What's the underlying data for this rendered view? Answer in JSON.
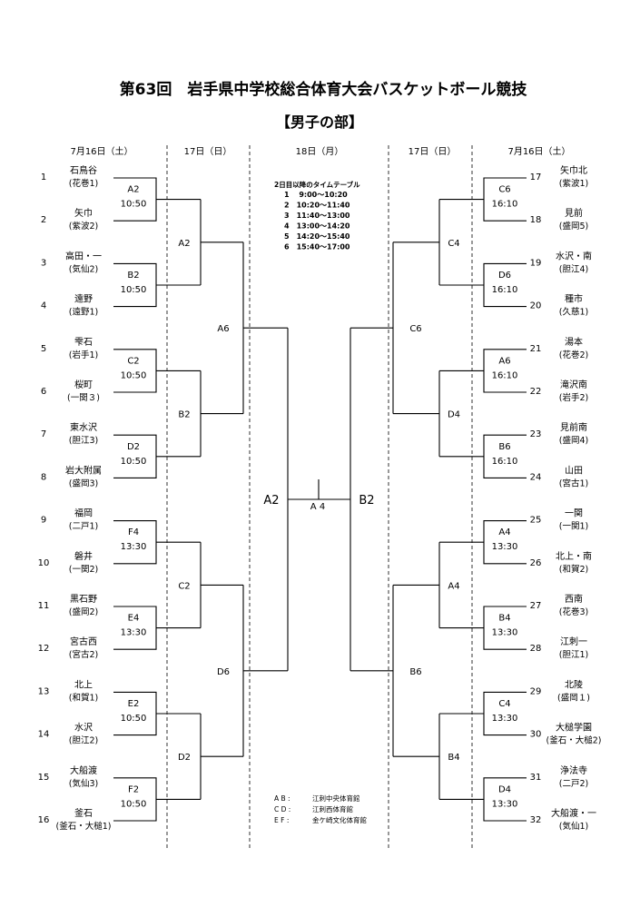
{
  "title": "第63回　岩手県中学校総合体育大会バスケットボール競技",
  "subtitle": "【男子の部】",
  "day_headers": {
    "left_r1": "7月16日（土）",
    "left_r2": "17日（日）",
    "center": "18日（月）",
    "right_r2": "17日（日）",
    "right_r1": "7月16日（土）"
  },
  "timetable": {
    "title": "2日目以降のタイムテーブル",
    "rows": [
      "1　 9:00～10:20",
      "2　10:20～11:40",
      "3　11:40～13:00",
      "4　13:00～14:20",
      "5　14:20～15:40",
      "6　15:40～17:00"
    ]
  },
  "venues": [
    {
      "code": "A B :",
      "name": "江刺中央体育館"
    },
    {
      "code": "C D :",
      "name": "江刺西体育館"
    },
    {
      "code": "E F :",
      "name": "金ケ崎文化体育館"
    }
  ],
  "teams_left": [
    {
      "no": "1",
      "name": "石鳥谷",
      "area": "(花巻1)"
    },
    {
      "no": "2",
      "name": "矢巾",
      "area": "(紫波2)"
    },
    {
      "no": "3",
      "name": "高田・一",
      "area": "(気仙2)"
    },
    {
      "no": "4",
      "name": "遠野",
      "area": "(遠野1)"
    },
    {
      "no": "5",
      "name": "雫石",
      "area": "(岩手1)"
    },
    {
      "no": "6",
      "name": "桜町",
      "area": "(一関３)"
    },
    {
      "no": "7",
      "name": "東水沢",
      "area": "(胆江3)"
    },
    {
      "no": "8",
      "name": "岩大附属",
      "area": "(盛岡3)"
    },
    {
      "no": "9",
      "name": "福岡",
      "area": "(二戸1)"
    },
    {
      "no": "10",
      "name": "磐井",
      "area": "(一関2)"
    },
    {
      "no": "11",
      "name": "黒石野",
      "area": "(盛岡2)"
    },
    {
      "no": "12",
      "name": "宮古西",
      "area": "(宮古2)"
    },
    {
      "no": "13",
      "name": "北上",
      "area": "(和賀1)"
    },
    {
      "no": "14",
      "name": "水沢",
      "area": "(胆江2)"
    },
    {
      "no": "15",
      "name": "大船渡",
      "area": "(気仙3)"
    },
    {
      "no": "16",
      "name": "釜石",
      "area": "(釜石・大槌1)"
    }
  ],
  "teams_right": [
    {
      "no": "17",
      "name": "矢巾北",
      "area": "(紫波1)"
    },
    {
      "no": "18",
      "name": "見前",
      "area": "(盛岡5)"
    },
    {
      "no": "19",
      "name": "水沢・南",
      "area": "(胆江4)"
    },
    {
      "no": "20",
      "name": "種市",
      "area": "(久慈1)"
    },
    {
      "no": "21",
      "name": "湯本",
      "area": "(花巻2)"
    },
    {
      "no": "22",
      "name": "滝沢南",
      "area": "(岩手2)"
    },
    {
      "no": "23",
      "name": "見前南",
      "area": "(盛岡4)"
    },
    {
      "no": "24",
      "name": "山田",
      "area": "(宮古1)"
    },
    {
      "no": "25",
      "name": "一関",
      "area": "(一関1)"
    },
    {
      "no": "26",
      "name": "北上・南",
      "area": "(和賀2)"
    },
    {
      "no": "27",
      "name": "西南",
      "area": "(花巻3)"
    },
    {
      "no": "28",
      "name": "江刺一",
      "area": "(胆江1)"
    },
    {
      "no": "29",
      "name": "北陵",
      "area": "(盛岡１)"
    },
    {
      "no": "30",
      "name": "大槌学園",
      "area": "(釜石・大槌2)"
    },
    {
      "no": "31",
      "name": "浄法寺",
      "area": "(二戸2)"
    },
    {
      "no": "32",
      "name": "大船渡・一",
      "area": "(気仙1)"
    }
  ],
  "r1_left": [
    {
      "code": "A2",
      "time": "10:50"
    },
    {
      "code": "B2",
      "time": "10:50"
    },
    {
      "code": "C2",
      "time": "10:50"
    },
    {
      "code": "D2",
      "time": "10:50"
    },
    {
      "code": "F4",
      "time": "13:30"
    },
    {
      "code": "E4",
      "time": "13:30"
    },
    {
      "code": "E2",
      "time": "10:50"
    },
    {
      "code": "F2",
      "time": "10:50"
    }
  ],
  "r1_right": [
    {
      "code": "C6",
      "time": "16:10"
    },
    {
      "code": "D6",
      "time": "16:10"
    },
    {
      "code": "A6",
      "time": "16:10"
    },
    {
      "code": "B6",
      "time": "16:10"
    },
    {
      "code": "A4",
      "time": "13:30"
    },
    {
      "code": "B4",
      "time": "13:30"
    },
    {
      "code": "C4",
      "time": "13:30"
    },
    {
      "code": "D4",
      "time": "13:30"
    }
  ],
  "r2_left": [
    "A2",
    "B2",
    "C2",
    "D2"
  ],
  "r2_right": [
    "C4",
    "D4",
    "A4",
    "B4"
  ],
  "r3_left": [
    "A6",
    "D6"
  ],
  "r3_right": [
    "C6",
    "B6"
  ],
  "semi_left": "A2",
  "semi_right": "B2",
  "final": "A 4"
}
